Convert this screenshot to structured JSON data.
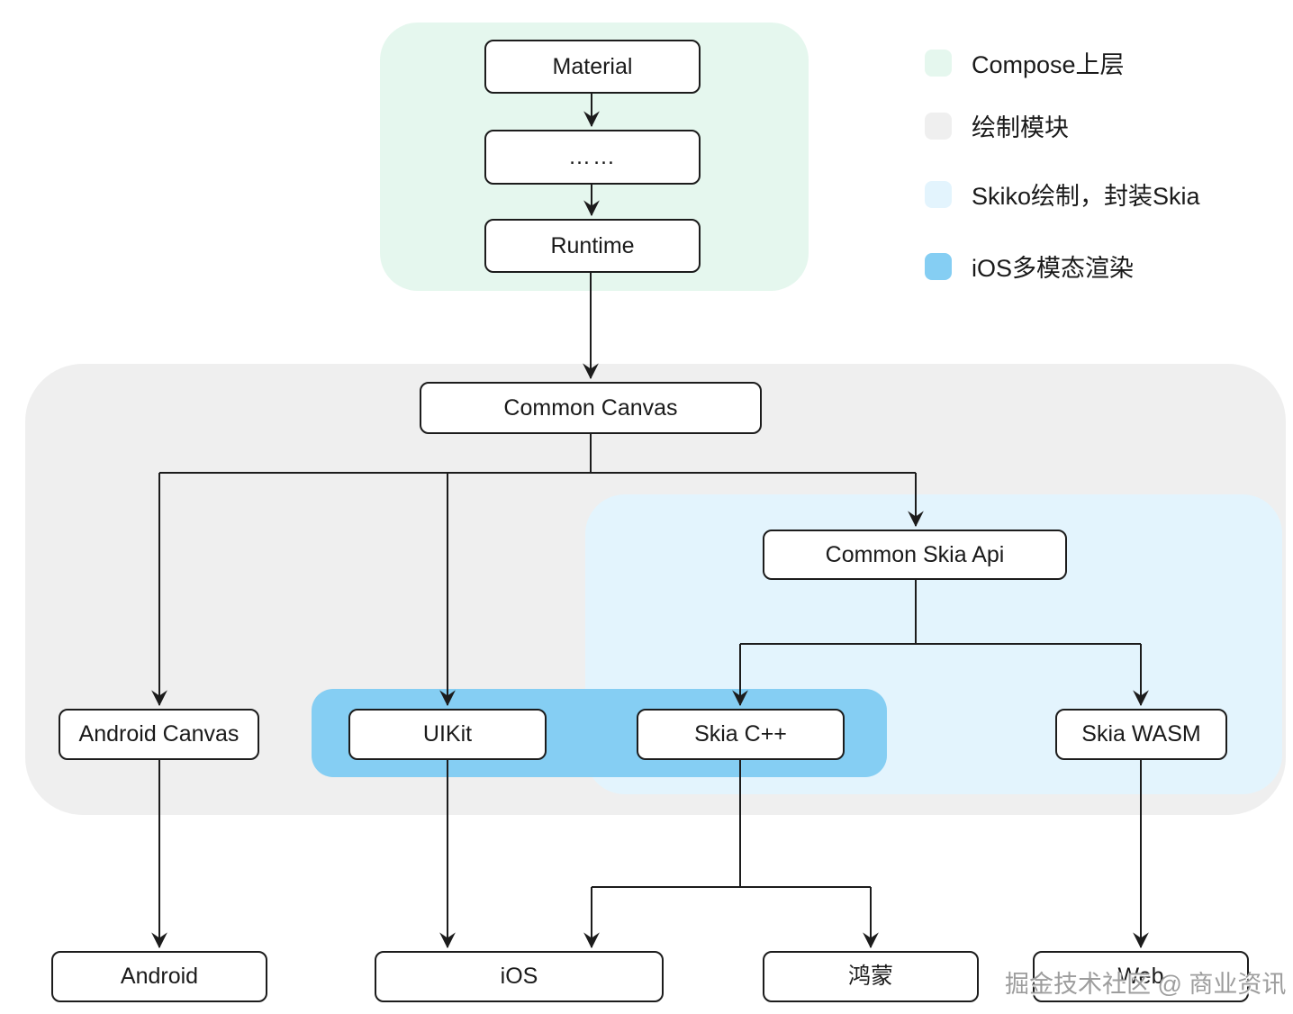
{
  "diagram": {
    "nodes": {
      "material": "Material",
      "ellipsis": "……",
      "runtime": "Runtime",
      "common_canvas": "Common Canvas",
      "common_skia_api": "Common Skia Api",
      "android_canvas": "Android Canvas",
      "uikit": "UIKit",
      "skia_cpp": "Skia C++",
      "skia_wasm": "Skia WASM",
      "android": "Android",
      "ios": "iOS",
      "harmony": "鸿蒙",
      "web": "Web"
    },
    "edges": [
      {
        "from": "Material",
        "to": "……"
      },
      {
        "from": "……",
        "to": "Runtime"
      },
      {
        "from": "Runtime",
        "to": "Common Canvas"
      },
      {
        "from": "Common Canvas",
        "to": "Android Canvas"
      },
      {
        "from": "Common Canvas",
        "to": "UIKit"
      },
      {
        "from": "Common Canvas",
        "to": "Common Skia Api"
      },
      {
        "from": "Common Skia Api",
        "to": "Skia C++"
      },
      {
        "from": "Common Skia Api",
        "to": "Skia WASM"
      },
      {
        "from": "Android Canvas",
        "to": "Android"
      },
      {
        "from": "UIKit",
        "to": "iOS"
      },
      {
        "from": "Skia C++",
        "to": "iOS"
      },
      {
        "from": "Skia C++",
        "to": "鸿蒙"
      },
      {
        "from": "Skia WASM",
        "to": "Web"
      }
    ],
    "groups": {
      "compose_upper_color": "#e5f7ee",
      "drawing_module_color": "#efefef",
      "skiko_color": "#e3f4fd",
      "ios_multimode_color": "#85cef3"
    }
  },
  "legend": {
    "items": [
      {
        "label": "Compose上层",
        "color": "#e5f7ee"
      },
      {
        "label": "绘制模块",
        "color": "#efefef"
      },
      {
        "label": "Skiko绘制，封装Skia",
        "color": "#e3f4fd"
      },
      {
        "label": "iOS多模态渲染",
        "color": "#85cef3"
      }
    ]
  },
  "watermark": "掘金技术社区 @ 商业资讯",
  "line_color": "#1c1c1c"
}
